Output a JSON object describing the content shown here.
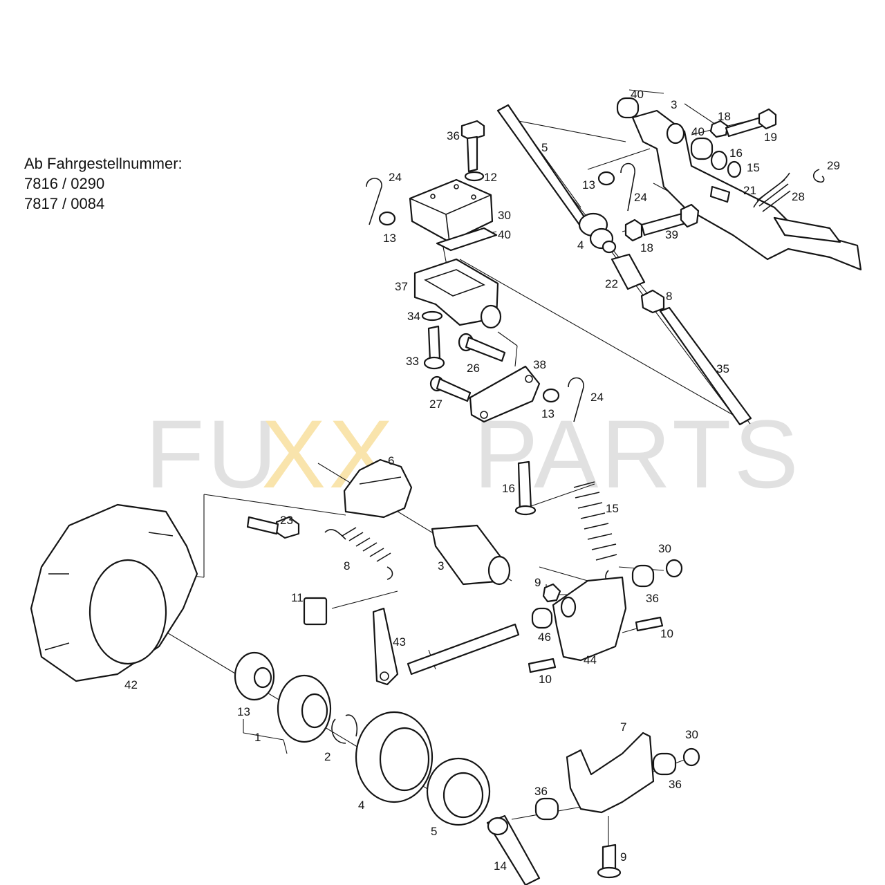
{
  "serial_note": {
    "heading": "Ab Fahrgestellnummer:",
    "line1": "7816 / 0290",
    "line2": "7817 / 0084"
  },
  "watermark": {
    "left": "FU",
    "middle": "XX",
    "right": "PARTS",
    "gray": "#c9c9c9",
    "accent": "#f5cf6a"
  },
  "callouts": {
    "c40a": "40",
    "c3a": "3",
    "c18a": "18",
    "c19": "19",
    "c40b": "40",
    "c16a": "16",
    "c15a": "15",
    "c29": "29",
    "c36a": "36",
    "c12": "12",
    "c5": "5",
    "c24a": "24",
    "c13a": "13",
    "c24b": "24",
    "c21": "21",
    "c28": "28",
    "c30a": "30",
    "c40c": "40",
    "c13b": "13",
    "c4a": "4",
    "c18b": "18",
    "c39": "39",
    "c22": "22",
    "c37": "37",
    "c8a": "8",
    "c34": "34",
    "c33": "33",
    "c26": "26",
    "c38": "38",
    "c35": "35",
    "c27": "27",
    "c24c": "24",
    "c13c": "13",
    "c6": "6",
    "c16b": "16",
    "c15b": "15",
    "c23": "23",
    "c8b": "8",
    "c3b": "3",
    "c9a": "9",
    "c30b": "30",
    "c11": "11",
    "c36b": "36",
    "c43": "43",
    "c46": "46",
    "c10a": "10",
    "c44": "44",
    "c10b": "10",
    "c42": "42",
    "c13d": "13",
    "c1": "1",
    "c2": "2",
    "c7": "7",
    "c30c": "30",
    "c36c": "36",
    "c36d": "36",
    "c4b": "4",
    "c5b": "5",
    "c14": "14",
    "c9b": "9"
  }
}
